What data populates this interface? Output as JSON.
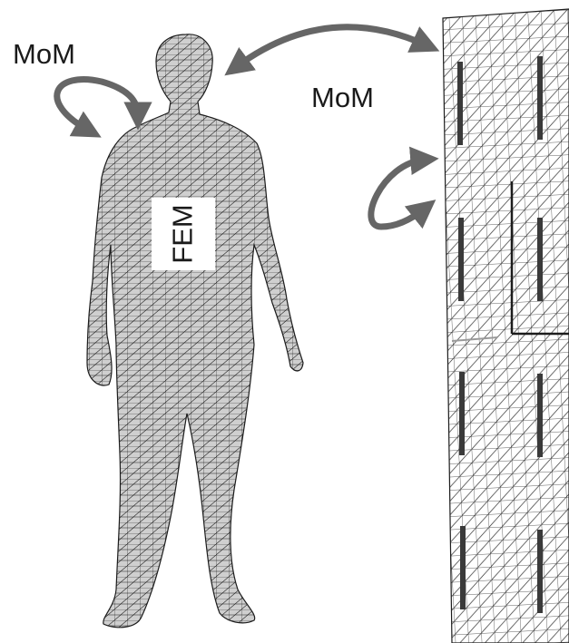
{
  "labels": {
    "mom_left": "MoM",
    "mom_middle": "MoM",
    "fem": "FEM"
  },
  "colors": {
    "mesh_fill": "#cfcfcf",
    "mesh_line": "#1c1c1c",
    "arrow": "#666666",
    "slot": "#3a3a3a"
  }
}
